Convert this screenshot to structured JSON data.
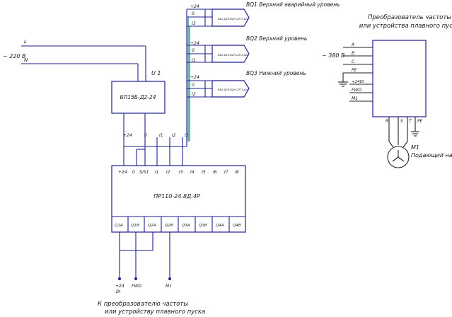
{
  "mains": {
    "label": "~ 220 В",
    "l": "L",
    "n": "N"
  },
  "psu": {
    "ref": "U 1",
    "label": "БП15Б-Д2-24",
    "pins": [
      "+24",
      "0"
    ]
  },
  "inputs_top": [
    "I1",
    "I2",
    "I3"
  ],
  "sensors": [
    {
      "title": "BQ1 Верхний аварийный уровень",
      "body": "ВБ2-Д2Я-ВЦЧ-23Т3-ДА",
      "pins": [
        "+24",
        "0",
        "I3"
      ]
    },
    {
      "title": "BQ2 Верхний уровень",
      "body": "ВБ2-Д2Я-ВЦЧ-23Т3-ДА",
      "pins": [
        "+24",
        "0",
        "I1"
      ]
    },
    {
      "title": "BQ3 Нижний уровень",
      "body": "ВБ2-Д2Я-ВЦЧ-23Т3-ДА",
      "pins": [
        "+24",
        "0",
        "I2"
      ]
    }
  ],
  "relay": {
    "label": "ПР110-24.8Д.4Р",
    "top_pins": [
      "+24",
      "0",
      "S/S1",
      "I1",
      "I2",
      "I3",
      "I4",
      "I5",
      "I6",
      "I7",
      "I8"
    ],
    "bottom_pins": [
      "Q1A",
      "Q1B",
      "Q2A",
      "Q2B",
      "Q3A",
      "Q3B",
      "Q4A",
      "Q4B"
    ]
  },
  "outputs": [
    "+24\nDI",
    "FWD",
    "M1"
  ],
  "outputs_display": [
    "+24",
    "DI",
    "FWD",
    "M1"
  ],
  "bottom_note": [
    "К преобразователю частоты",
    "или устройству плавного пуска"
  ],
  "vfd": {
    "title": [
      "Преобразователь частоты",
      "или устройства плавного пуска"
    ],
    "supply": "~ 380 В",
    "left_pins": [
      "A",
      "B",
      "C",
      "PE",
      "+24DI",
      "FWD",
      "M1"
    ],
    "bottom_pins": [
      "R",
      "S",
      "T",
      "PE"
    ]
  },
  "motor": {
    "ref": "M1",
    "name": "Подающий насос"
  }
}
